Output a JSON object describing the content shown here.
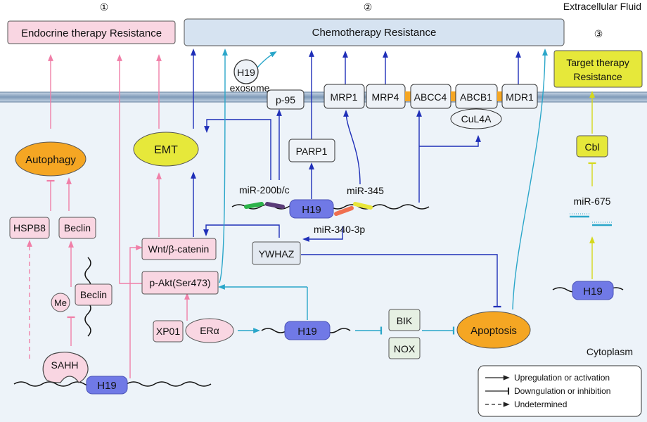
{
  "sections": {
    "n1": "①",
    "n2": "②",
    "n3": "③",
    "extracellular": "Extracellular Fluid",
    "cytoplasm": "Cytoplasm"
  },
  "resistance": {
    "endocrine": "Endocrine therapy Resistance",
    "chemo": "Chemotherapy Resistance",
    "target_line1": "Target therapy",
    "target_line2": "Resistance"
  },
  "nodes": {
    "h19_circle": "H19",
    "exosome": "exosome",
    "p95": "p-95",
    "mrp1": "MRP1",
    "mrp4": "MRP4",
    "abcc4": "ABCC4",
    "abcb1": "ABCB1",
    "mdr1": "MDR1",
    "cul4a": "CuL4A",
    "parp1": "PARP1",
    "cbl": "Cbl",
    "emt": "EMT",
    "autophagy": "Autophagy",
    "hspb8": "HSPB8",
    "beclin_box": "Beclin",
    "beclin_rna": "Beclin",
    "me": "Me",
    "sahh": "SAHH",
    "h19_bottom": "H19",
    "wnt": "Wnt/β-catenin",
    "pakt": "p-Akt(Ser473)",
    "xp01": "XP01",
    "era": "ERα",
    "h19_mid": "H19",
    "h19_center": "H19",
    "h19_right": "H19",
    "mir200": "miR-200b/c",
    "mir345": "miR-345",
    "mir340": "miR-340-3p",
    "mir675": "miR-675",
    "ywhaz": "YWHAZ",
    "bik": "BIK",
    "nox": "NOX",
    "apoptosis": "Apoptosis"
  },
  "legend": {
    "upregulation": "Upregulation or activation",
    "downregulation": "Downgulation or inhibition",
    "undetermined": "Undetermined"
  },
  "colors": {
    "pink": "#f07fa8",
    "darkblue": "#1f2fb8",
    "cyan": "#2aa6c9",
    "yellow": "#d5d81c",
    "h19_fill": "#7079e6",
    "membrane": "#8aa8c4",
    "cytoplasm_bg": "#edf3f9"
  }
}
